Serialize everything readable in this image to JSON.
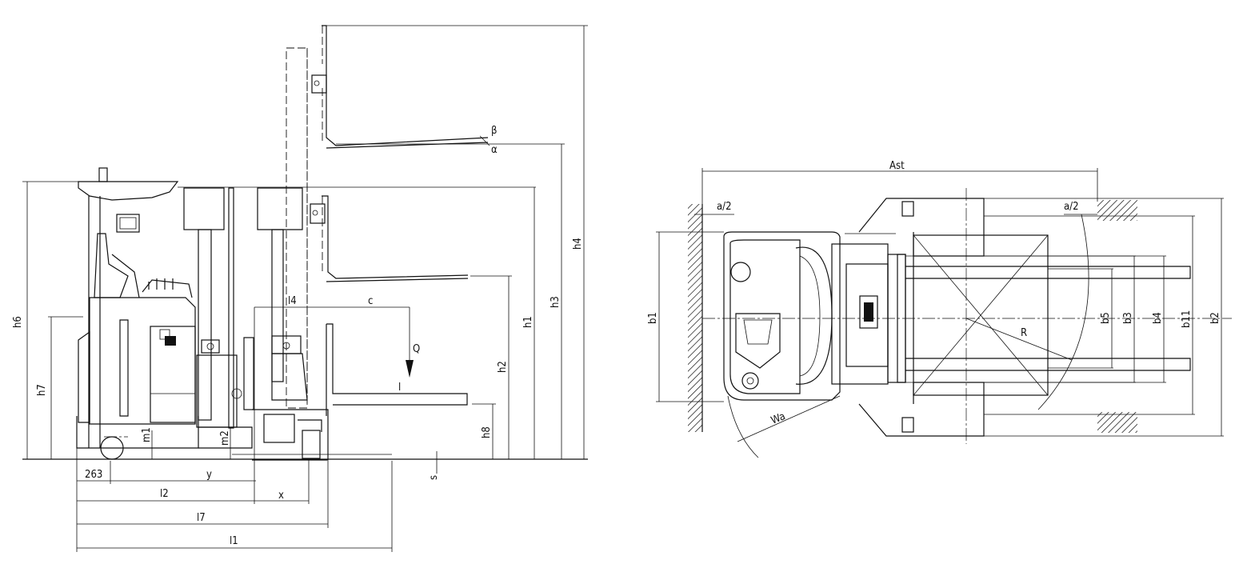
{
  "side_view": {
    "dims": {
      "h6": "h6",
      "h7": "h7",
      "h1": "h1",
      "h2": "h2",
      "h3": "h3",
      "h4": "h4",
      "h8": "h8",
      "m1": "m1",
      "m2": "m2",
      "l4": "l4",
      "c": "c",
      "q": "Q",
      "fork_l": "l",
      "s": "s",
      "dim_263": "263",
      "y": "y",
      "l2": "l2",
      "x": "x",
      "l7": "l7",
      "l1": "l1",
      "beta": "β",
      "alpha": "α"
    }
  },
  "top_view": {
    "dims": {
      "ast": "Ast",
      "a2_left": "a/2",
      "a2_right": "a/2",
      "b1": "b1",
      "b5": "b5",
      "b3": "b3",
      "b4": "b4",
      "b11": "b11",
      "b2": "b2",
      "r": "R",
      "wa": "Wa"
    }
  }
}
